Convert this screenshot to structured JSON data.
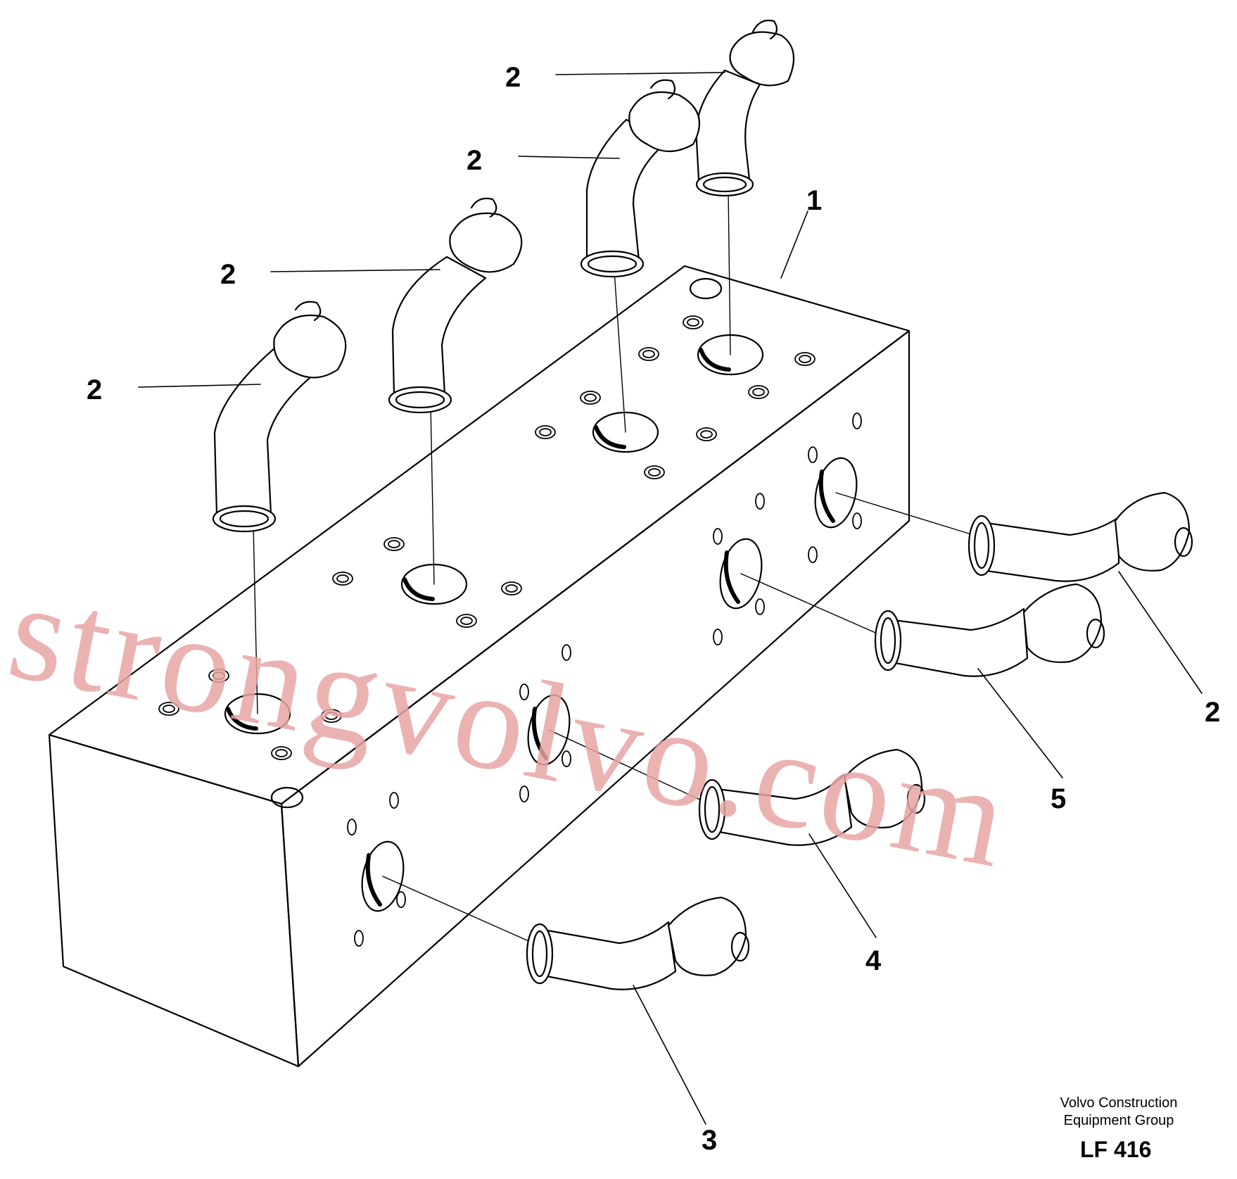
{
  "callouts": {
    "c1": "1",
    "c2a": "2",
    "c2b": "2",
    "c2c": "2",
    "c2d": "2",
    "c2e": "2",
    "c3": "3",
    "c4": "4",
    "c5": "5"
  },
  "watermark": "strongvolvo.com",
  "footer": {
    "line1": "Volvo Construction",
    "line2": "Equipment Group",
    "code": "LF 416"
  },
  "colors": {
    "watermark": "#e8a5a5",
    "ink": "#000000"
  }
}
